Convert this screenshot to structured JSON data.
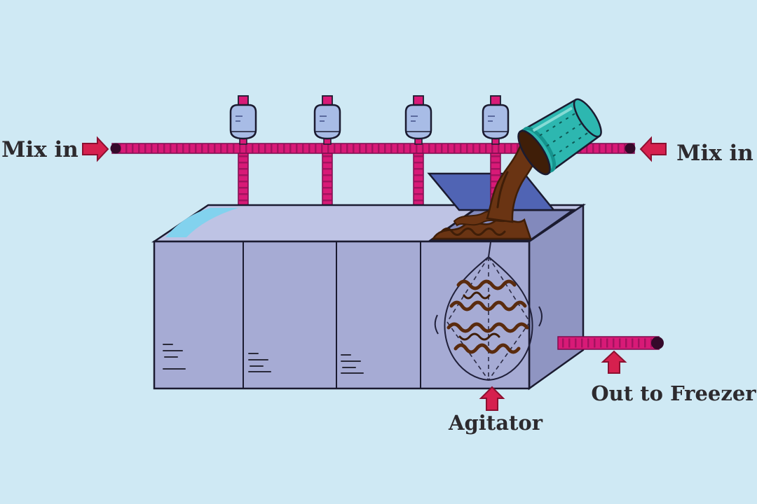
{
  "labels": {
    "mix_in_left": "Mix in",
    "mix_in_right": "Mix in",
    "agitator": "Agitator",
    "out_to_freezer": "Out to Freezer"
  },
  "colors": {
    "background": "#cfe9f4",
    "pipe": "#d81a77",
    "pipe_ribs": "#a3125f",
    "pipe_cap": "#35092a",
    "machine_front": "#a6abd4",
    "machine_top": "#bec3e4",
    "machine_side": "#8f95c2",
    "machine_outline": "#1b1b30",
    "top_shine": "#82d2ee",
    "bottle": "#a8bce6",
    "hopper_interior": "#8289bc",
    "hopper_lid": "#5064b4",
    "bucket": "#2db7b0",
    "bucket_dark": "#15948e",
    "chocolate": "#6a3413",
    "chocolate_dark": "#3f1e08",
    "arrow": "#d6204e",
    "arrow_outline": "#8c1030",
    "text": "#2d2a2e"
  }
}
